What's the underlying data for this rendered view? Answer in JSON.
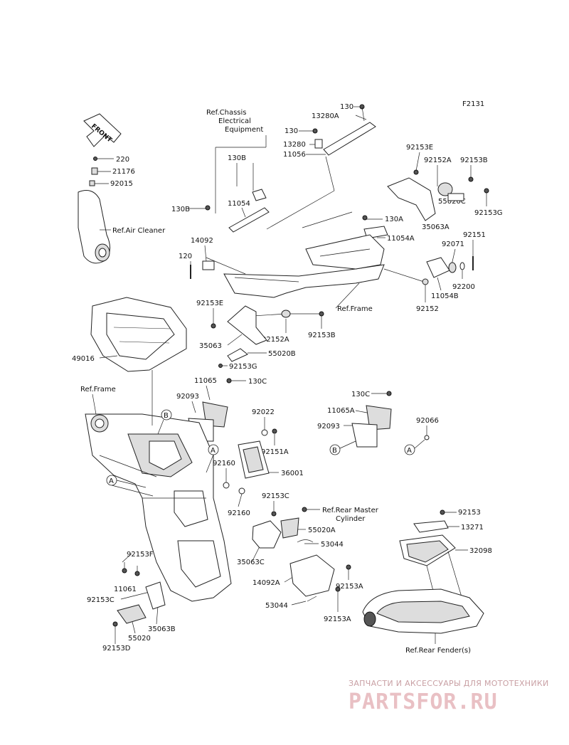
{
  "figure_code": "F2131",
  "front_label": "FRONT",
  "labels": {
    "ref_chassis": [
      "Ref.Chassis",
      "Electrical",
      "Equipment"
    ],
    "ref_air_cleaner": "Ref.Air Cleaner",
    "ref_frame_1": "Ref.Frame",
    "ref_frame_2": "Ref.Frame",
    "ref_rear_master": [
      "Ref.Rear Master",
      "Cylinder"
    ],
    "ref_rear_fender": "Ref.Rear Fender(s)"
  },
  "part_numbers": [
    "130",
    "13280A",
    "130",
    "13280",
    "11056",
    "220",
    "21176",
    "92015",
    "130B",
    "130B",
    "11054",
    "92153E",
    "92152A",
    "92153B",
    "92153G",
    "55020C",
    "35063A",
    "130A",
    "11054A",
    "14092",
    "120",
    "92071",
    "92151",
    "92200",
    "11054B",
    "92152",
    "92153E",
    "35063",
    "92152A",
    "92153B",
    "55020B",
    "92153G",
    "49016",
    "11065",
    "130C",
    "92093",
    "92022",
    "92151A",
    "92160",
    "36001",
    "92160",
    "130C",
    "11065A",
    "92093",
    "92066",
    "92153C",
    "55020A",
    "35063C",
    "53044",
    "53044",
    "14092A",
    "92153",
    "92153A",
    "92153A",
    "13271",
    "32098",
    "92153F",
    "11061",
    "92153C",
    "35063B",
    "55020",
    "92153D"
  ],
  "callouts": {
    "a": "A",
    "b": "B"
  },
  "watermark": {
    "tagline": "ЗАПЧАСТИ И АКСЕССУАРЫ ДЛЯ МОТОТЕХНИКИ",
    "logo": "PARTSFOR.RU"
  }
}
